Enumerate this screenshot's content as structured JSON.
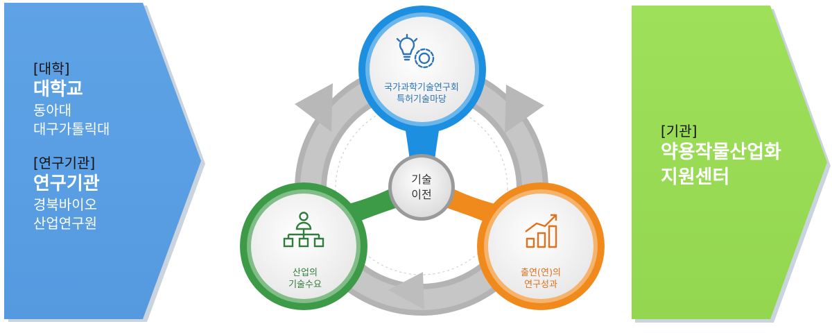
{
  "left_panel": {
    "university_category": "[대학]",
    "university_title": "대학교",
    "universities": [
      "동아대",
      "대구가톨릭대"
    ],
    "research_category": "[연구기관]",
    "research_title": "연구기관",
    "research_institutes": [
      "경북바이오",
      "산업연구원"
    ],
    "color": "#5b9fe3"
  },
  "right_panel": {
    "category": "[기관]",
    "title_line1": "약용작물산업화",
    "title_line2": "지원센터",
    "color": "#99dd55"
  },
  "cycle": {
    "top_label_line1": "국가과학기술연구회",
    "top_label_line2": "특허기술마당",
    "top_color": "#1c8fe0",
    "left_label_line1": "산업의",
    "left_label_line2": "기술수요",
    "left_color": "#3d9a47",
    "right_label_line1": "출연(연)의",
    "right_label_line2": "연구성과",
    "right_color": "#f08a1c",
    "hub_line1": "기술",
    "hub_line2": "이전",
    "icons": [
      "lightbulb-gear-icon",
      "org-chart-icon",
      "growth-chart-icon"
    ]
  }
}
